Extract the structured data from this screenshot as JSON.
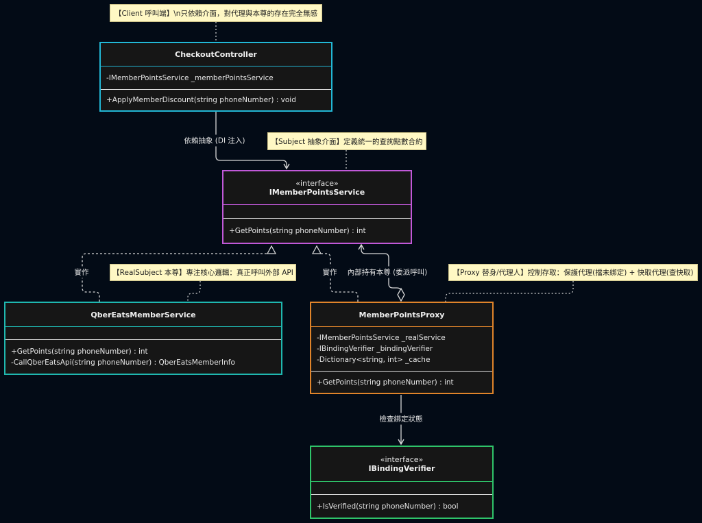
{
  "colors": {
    "background": "#030b16",
    "checkout": "#22b8d6",
    "imember": "#c158d8",
    "qber": "#1fb8b0",
    "proxy": "#e0842a",
    "ibinding": "#2fc46a",
    "edge": "#d8d8d8",
    "note_bg": "#fff8c4"
  },
  "nodes": {
    "checkout": {
      "name": "CheckoutController",
      "attributes": [
        "-IMemberPointsService _memberPointsService"
      ],
      "methods": [
        "+ApplyMemberDiscount(string phoneNumber) : void"
      ]
    },
    "imember": {
      "stereotype": "«interface»",
      "name": "IMemberPointsService",
      "attributes": [],
      "methods": [
        "+GetPoints(string phoneNumber) : int"
      ]
    },
    "qber": {
      "name": "QberEatsMemberService",
      "attributes": [],
      "methods": [
        "+GetPoints(string phoneNumber) : int",
        "-CallQberEatsApi(string phoneNumber) : QberEatsMemberInfo"
      ]
    },
    "proxy": {
      "name": "MemberPointsProxy",
      "attributes": [
        "-IMemberPointsService _realService",
        "-IBindingVerifier _bindingVerifier",
        "-Dictionary<string, int> _cache"
      ],
      "methods": [
        "+GetPoints(string phoneNumber) : int"
      ]
    },
    "ibinding": {
      "stereotype": "«interface»",
      "name": "IBindingVerifier",
      "attributes": [],
      "methods": [
        "+IsVerified(string phoneNumber) : bool"
      ]
    }
  },
  "notes": {
    "client": "【Client 呼叫端】\\n只依賴介面，對代理與本尊的存在完全無感",
    "subject": "【Subject 抽象介面】定義統一的查詢點數合約",
    "realsubject": "【RealSubject 本尊】專注核心邏輯：真正呼叫外部 API",
    "proxy": "【Proxy 替身/代理人】控制存取：保護代理(擋未綁定) + 快取代理(查快取)"
  },
  "edge_labels": {
    "depends": "依賴抽象 (DI 注入)",
    "impl_left": "實作",
    "impl_right": "實作",
    "holds": "內部持有本尊 (委派呼叫)",
    "check": "檢查綁定狀態"
  }
}
